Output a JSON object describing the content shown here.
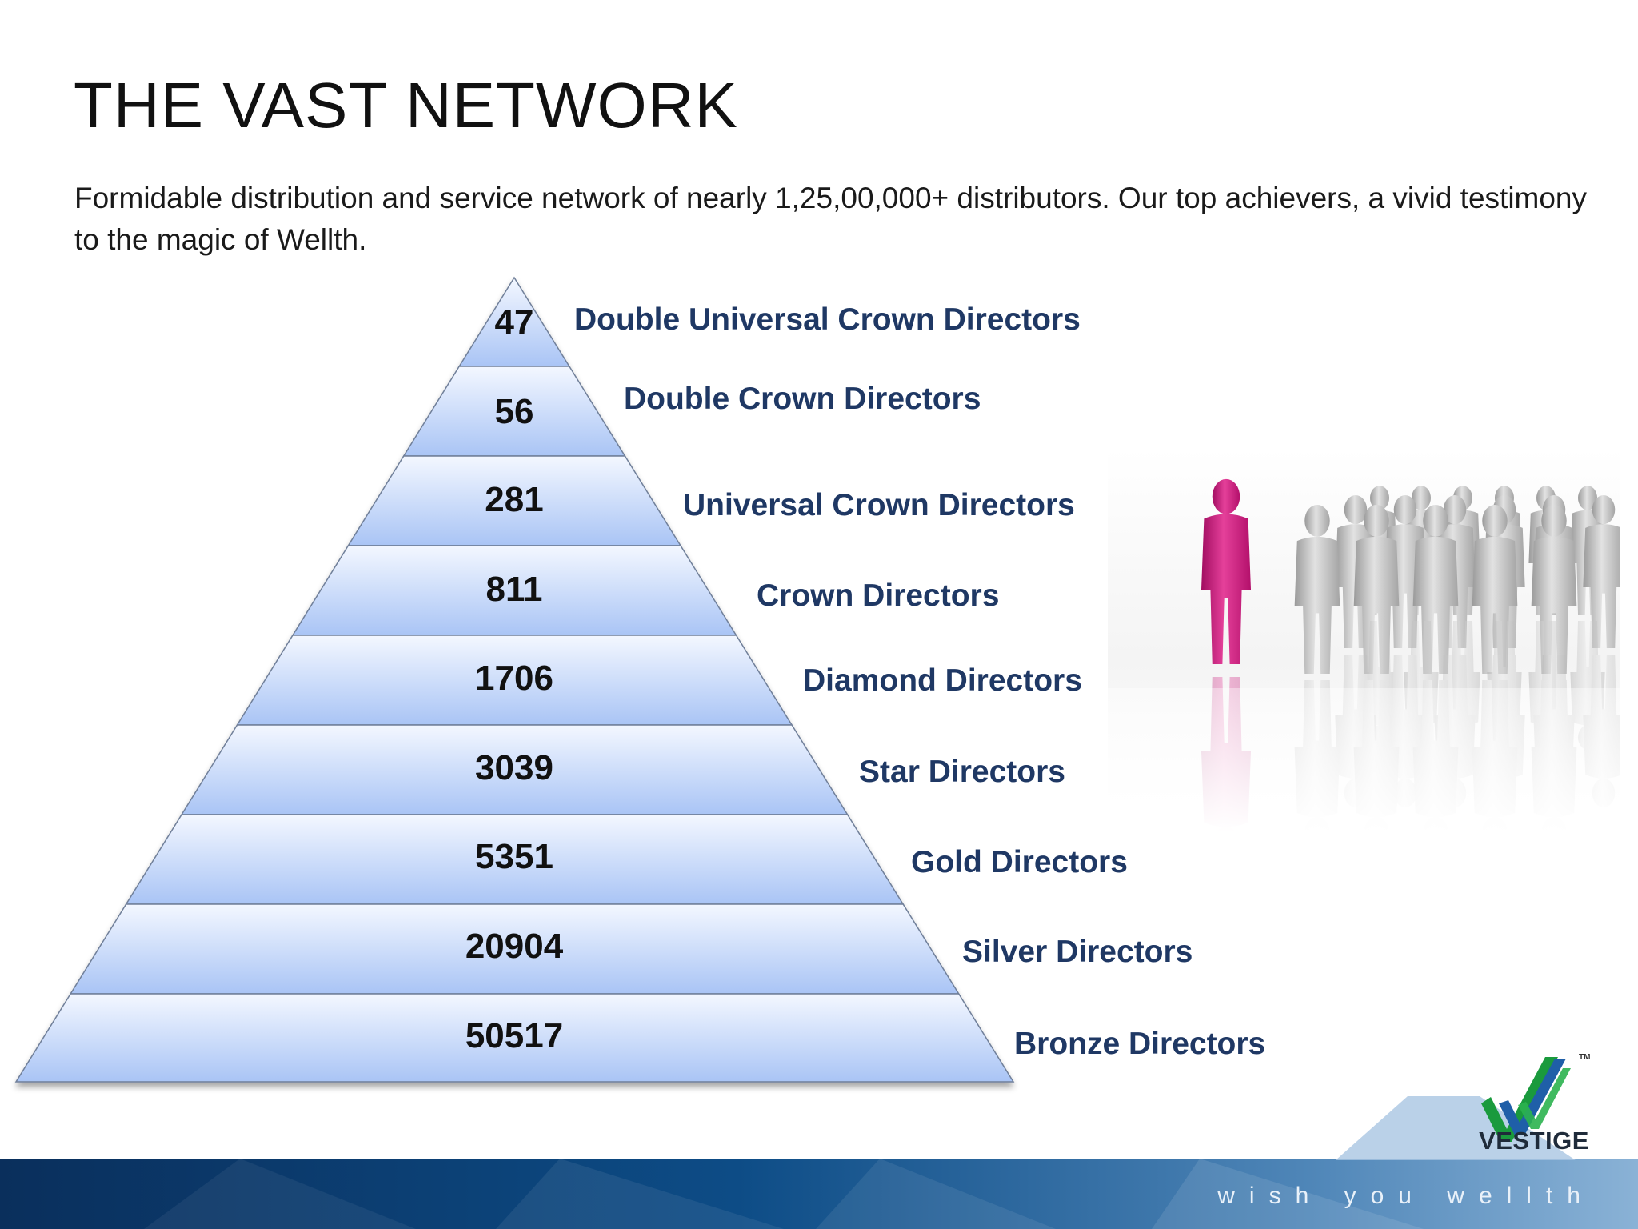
{
  "slide": {
    "title": "THE VAST NETWORK",
    "intro": "Formidable distribution and service network of nearly  1,25,00,000+ distributors. Our top achievers, a vivid testimony to the magic of Wellth."
  },
  "pyramid": {
    "tiers": [
      {
        "count": "47",
        "label": "Double Universal Crown Directors"
      },
      {
        "count": "56",
        "label": "Double Crown Directors"
      },
      {
        "count": "281",
        "label": "Universal Crown Directors"
      },
      {
        "count": "811",
        "label": "Crown Directors"
      },
      {
        "count": "1706",
        "label": "Diamond Directors"
      },
      {
        "count": "3039",
        "label": "Star Directors"
      },
      {
        "count": "5351",
        "label": "Gold Directors"
      },
      {
        "count": "20904",
        "label": "Silver Directors"
      },
      {
        "count": "50517",
        "label": "Bronze Directors"
      }
    ]
  },
  "brand": {
    "logo_text": "VESTIGE",
    "trademark": "TM",
    "tagline": "wish you wellth"
  },
  "colors": {
    "tier_light": "#f3f7ff",
    "tier_dark": "#a9c4f5",
    "label_navy": "#1f3864",
    "figure_pink": "#d0117a",
    "figure_gray": "#b8b8b8",
    "footer_dark": "#0b3a6e",
    "logo_green": "#1a9a3d",
    "logo_blue": "#1f5fa8"
  }
}
